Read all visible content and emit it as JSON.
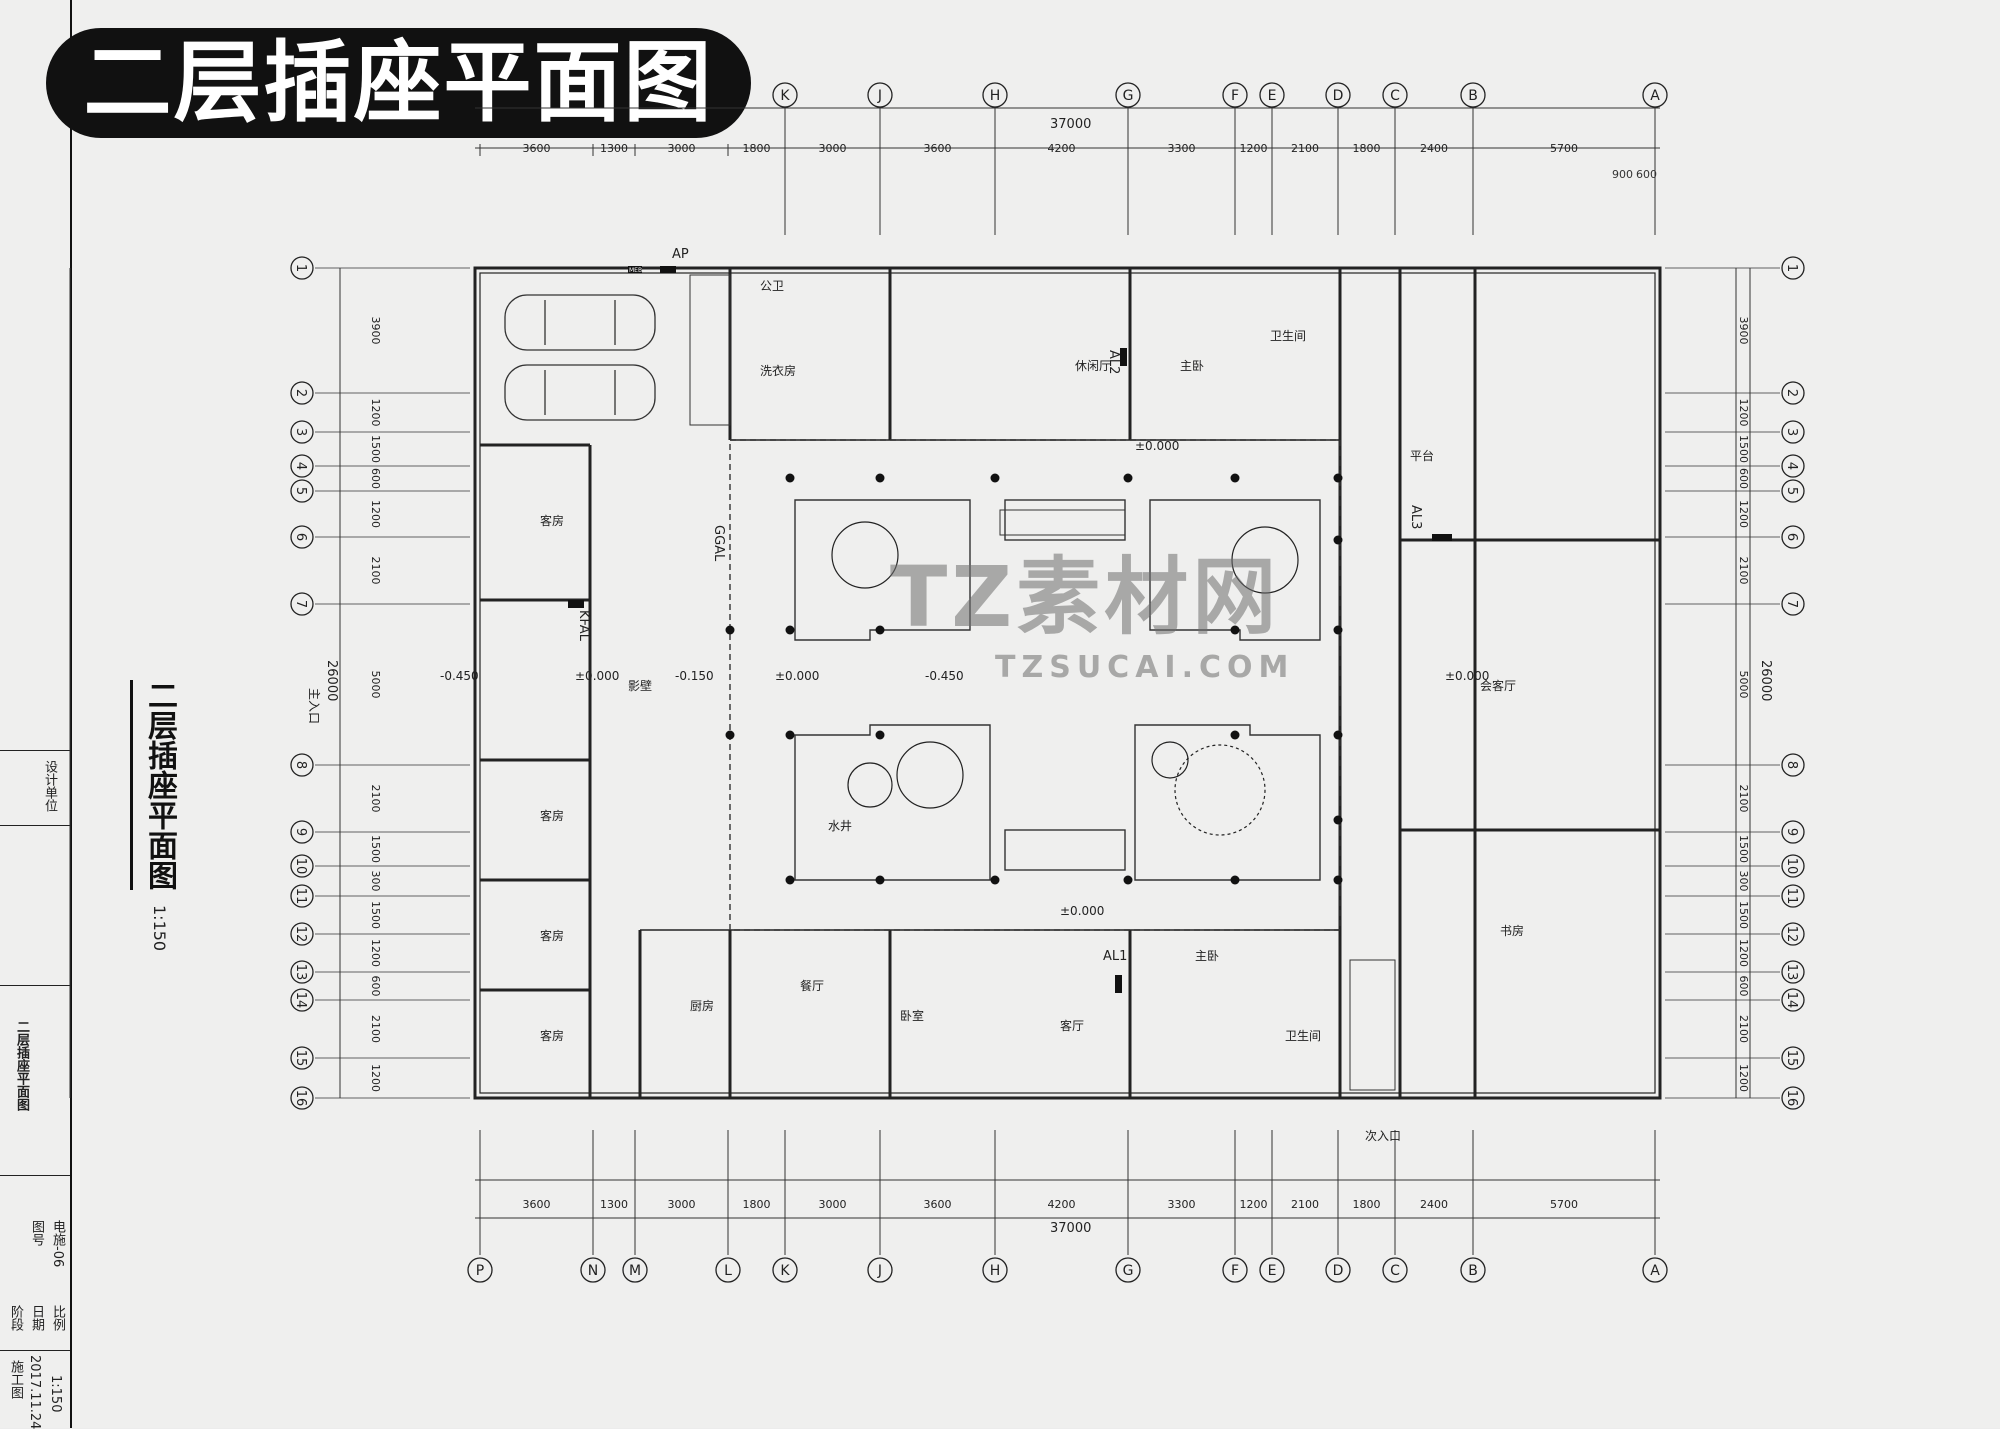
{
  "title": "二层插座平面图",
  "side_title": "二层插座平面图",
  "scale": "1:150",
  "grid_letters": [
    "P",
    "N",
    "M",
    "L",
    "K",
    "J",
    "H",
    "G",
    "F",
    "E",
    "D",
    "C",
    "B",
    "A"
  ],
  "grid_numbers": [
    "1",
    "2",
    "3",
    "4",
    "5",
    "6",
    "7",
    "8",
    "9",
    "10",
    "11",
    "12",
    "13",
    "14",
    "15",
    "16"
  ],
  "top_dimensions": [
    "3600",
    "1300",
    "3000",
    "1800",
    "3000",
    "3600",
    "4200",
    "3300",
    "1200",
    "2100",
    "1800",
    "2400",
    "5700"
  ],
  "bottom_dimensions": [
    "3600",
    "1300",
    "3000",
    "1800",
    "3000",
    "3600",
    "4200",
    "3300",
    "1200",
    "2100",
    "1800",
    "2400",
    "5700"
  ],
  "total_width": "37000",
  "total_height": "26000",
  "side_dimensions": [
    "3900",
    "1200",
    "1500",
    "600",
    "1200",
    "2100",
    "5000",
    "2100",
    "1500",
    "300",
    "1500",
    "1200",
    "600",
    "2100",
    "1200"
  ],
  "extra_dimensions": [
    "900",
    "600"
  ],
  "panel_labels": {
    "ap": "AP",
    "ggal": "GGAL",
    "kfal": "KFAL",
    "al2": "AL2",
    "al3": "AL3",
    "al1": "AL1",
    "meb": "MEB"
  },
  "levels": [
    "±0.000",
    "-0.450",
    "-0.150",
    "±0.000",
    "-0.450",
    "±0.000",
    "±0.000",
    "±0.000"
  ],
  "rooms": [
    "公卫",
    "洗衣房",
    "休闲厅",
    "主卧",
    "卫生间",
    "平台",
    "会客厅",
    "书房",
    "主卧",
    "卫生间",
    "客厅",
    "卧室",
    "厨房",
    "餐厅",
    "客房",
    "客房",
    "客房",
    "客房",
    "影壁",
    "水井"
  ],
  "entrances": [
    "主入口",
    "次入口"
  ],
  "watermark": {
    "main": "TZ素材网",
    "sub": "TZSUCAI.COM"
  },
  "title_block": {
    "design": "设计单位",
    "drawing_name": "二层插座平面图",
    "stage_label": "阶段",
    "stage": "施工图",
    "date_label": "日期",
    "date": "2017.11.24",
    "scale_label": "比例",
    "scale": "1:150",
    "number_label": "图号",
    "number": "电施-06"
  }
}
